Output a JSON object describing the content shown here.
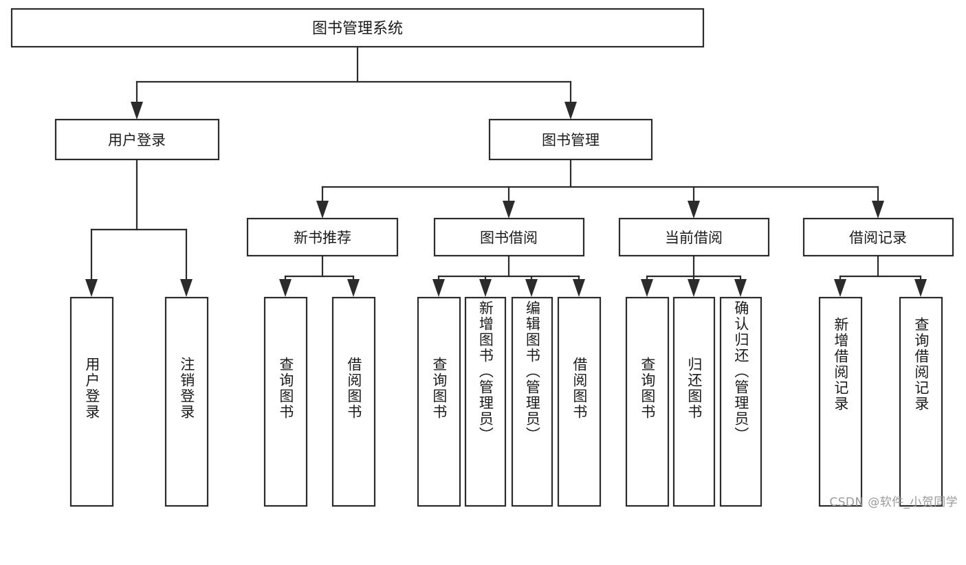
{
  "diagram": {
    "type": "tree",
    "title": "图书管理系统",
    "orientation": "top-down",
    "colors": {
      "stroke": "#2b2b2b",
      "box_fill": "#ffffff",
      "text": "#1b1b1b",
      "background": "#ffffff",
      "watermark": "#9a9a9a"
    },
    "root": {
      "label": "图书管理系统",
      "level": 0
    },
    "level1": [
      {
        "label": "用户登录",
        "level": 1
      },
      {
        "label": "图书管理",
        "level": 1
      }
    ],
    "level2": [
      {
        "label": "新书推荐",
        "parent": "图书管理",
        "level": 2
      },
      {
        "label": "图书借阅",
        "parent": "图书管理",
        "level": 2
      },
      {
        "label": "当前借阅",
        "parent": "图书管理",
        "level": 2
      },
      {
        "label": "借阅记录",
        "parent": "图书管理",
        "level": 2
      }
    ],
    "leaves": [
      {
        "label": "用户登录",
        "parent": "用户登录",
        "level": 2
      },
      {
        "label": "注销登录",
        "parent": "用户登录",
        "level": 2
      },
      {
        "label": "查询图书",
        "parent": "新书推荐",
        "level": 3
      },
      {
        "label": "借阅图书",
        "parent": "新书推荐",
        "level": 3
      },
      {
        "label": "查询图书",
        "parent": "图书借阅",
        "level": 3
      },
      {
        "label": "新增图书（管理员）",
        "parent": "图书借阅",
        "level": 3
      },
      {
        "label": "编辑图书（管理员）",
        "parent": "图书借阅",
        "level": 3
      },
      {
        "label": "借阅图书",
        "parent": "图书借阅",
        "level": 3
      },
      {
        "label": "查询图书",
        "parent": "当前借阅",
        "level": 3
      },
      {
        "label": "归还图书",
        "parent": "当前借阅",
        "level": 3
      },
      {
        "label": "确认归还（管理员）",
        "parent": "当前借阅",
        "level": 3
      },
      {
        "label": "新增借阅记录",
        "parent": "借阅记录",
        "level": 3
      },
      {
        "label": "查询借阅记录",
        "parent": "借阅记录",
        "level": 3
      }
    ]
  },
  "watermark": {
    "text": "CSDN @软件_小贺同学"
  }
}
